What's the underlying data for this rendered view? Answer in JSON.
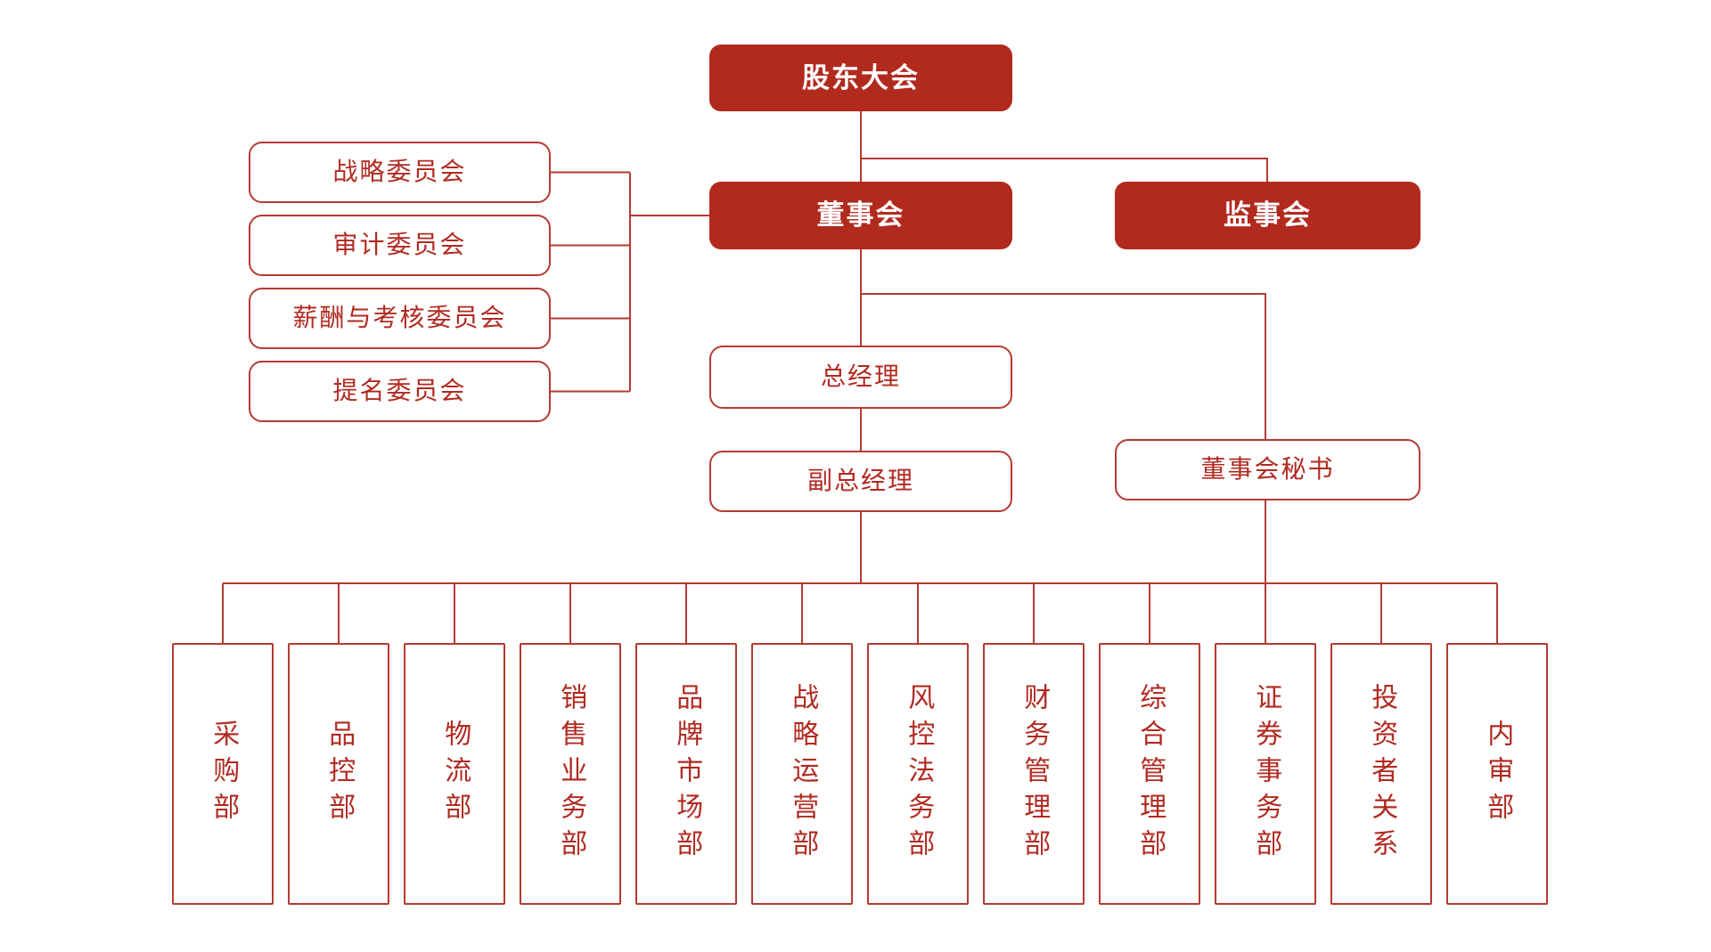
{
  "palette": {
    "fill_red": "#B2291E",
    "line_red": "#B43A31",
    "text_red": "#B02A21",
    "background": "#FFFFFF"
  },
  "org": {
    "root": {
      "label": "股东大会"
    },
    "board": {
      "label": "董事会"
    },
    "supervisory_board": {
      "label": "监事会"
    },
    "committees": [
      {
        "label": "战略委员会"
      },
      {
        "label": "审计委员会"
      },
      {
        "label": "薪酬与考核委员会"
      },
      {
        "label": "提名委员会"
      }
    ],
    "general_manager": {
      "label": "总经理"
    },
    "deputy_general_manager": {
      "label": "副总经理"
    },
    "board_secretary": {
      "label": "董事会秘书"
    },
    "departments": [
      {
        "label": "采购部"
      },
      {
        "label": "品控部"
      },
      {
        "label": "物流部"
      },
      {
        "label": "销售业务部"
      },
      {
        "label": "品牌市场部"
      },
      {
        "label": "战略运营部"
      },
      {
        "label": "风控法务部"
      },
      {
        "label": "财务管理部"
      },
      {
        "label": "综合管理部"
      },
      {
        "label": "证券事务部"
      },
      {
        "label": "投资者关系"
      },
      {
        "label": "内审部"
      }
    ]
  }
}
